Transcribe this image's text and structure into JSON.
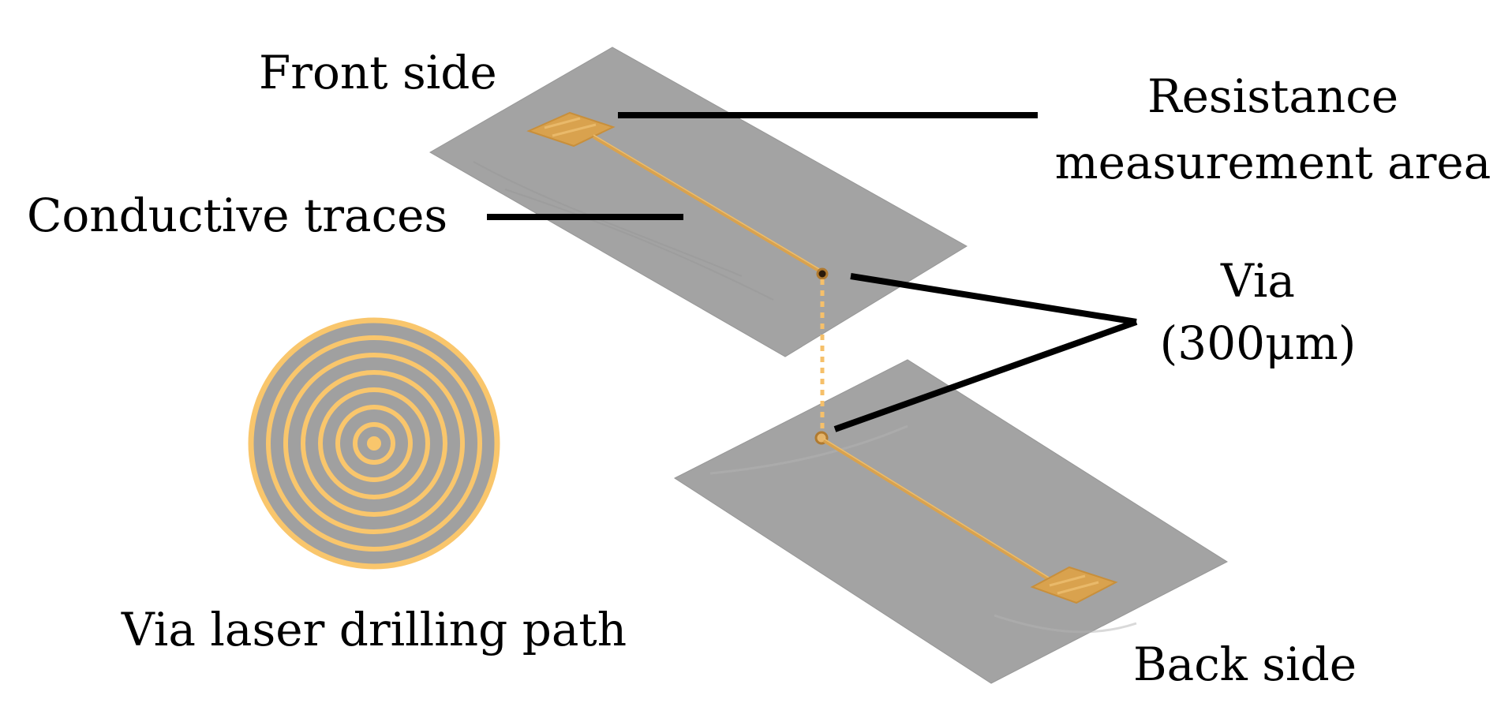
{
  "labels": {
    "front_side": "Front side",
    "back_side": "Back side",
    "resistance_line1": "Resistance",
    "resistance_line2": "measurement area",
    "conductive_traces": "Conductive traces",
    "via_line1": "Via",
    "via_line2": "(300μm)",
    "laser_path": "Via laser drilling path"
  },
  "colors": {
    "substrate": "#a3a3a3",
    "substrate_edge": "#959595",
    "gold": "#d9a24e",
    "gold_light": "#f0c476",
    "ring": "#f9c66c",
    "ring_bg": "#a0a0a0",
    "leader": "#000000"
  }
}
